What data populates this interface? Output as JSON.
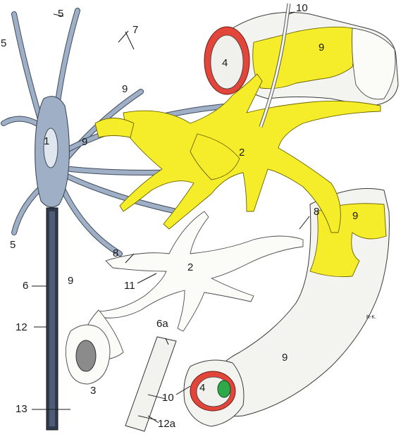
{
  "labels": {
    "l1": "1",
    "l2a": "2",
    "l2b": "2",
    "l3": "3",
    "l4a": "4",
    "l4b": "4",
    "l5a": "5",
    "l5b": "5",
    "l5c": "5",
    "l6": "6",
    "l6a": "6a",
    "l7": "7",
    "l8a": "8",
    "l8b": "8",
    "l9a": "9",
    "l9b": "9",
    "l9c": "9",
    "l9d": "9",
    "l9e": "9",
    "l9f": "9",
    "l10a": "10",
    "l10b": "10",
    "l11": "11",
    "l12": "12",
    "l12a": "12a",
    "l13": "13",
    "signature": "R-K."
  },
  "colors": {
    "neuron": "#9fb0c6",
    "glia_yellow": "#f5ec2a",
    "vessel_wall": "#e2463a",
    "erythrocyte": "#2fa84a"
  }
}
